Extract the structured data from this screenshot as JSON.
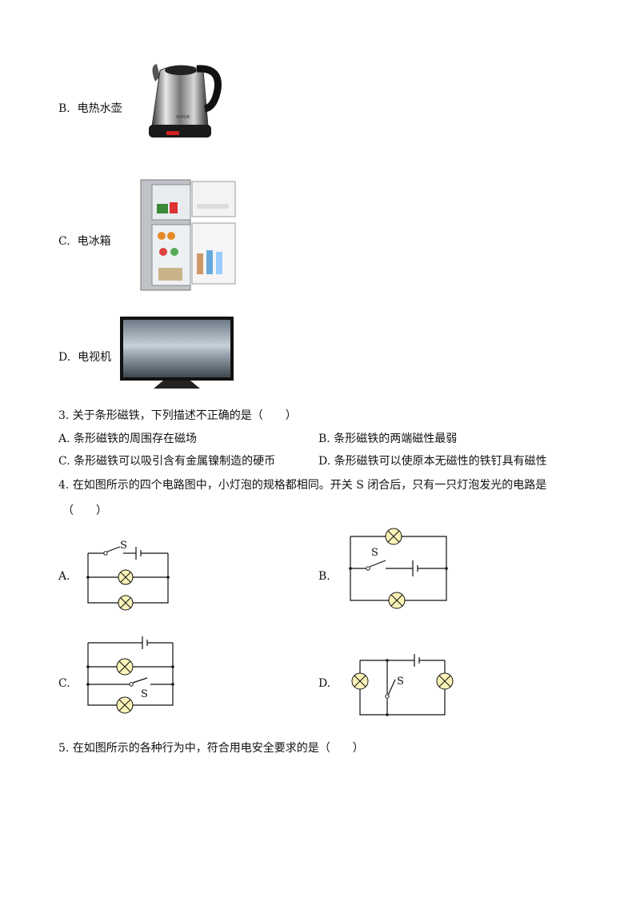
{
  "q2_options": [
    {
      "letter": "B.",
      "text": "电热水壶",
      "icon": "electric-kettle"
    },
    {
      "letter": "C.",
      "text": "电冰箱",
      "icon": "refrigerator"
    },
    {
      "letter": "D.",
      "text": "电视机",
      "icon": "television"
    }
  ],
  "kettle_brand": "SUPOR",
  "q3": {
    "stem": "3. 关于条形磁铁，下列描述不正确的是（　　）",
    "options": [
      "A.  条形磁铁的周围存在磁场",
      "B.  条形磁铁的两端磁性最弱",
      "C.  条形磁铁可以吸引含有金属镍制造的硬币",
      "D.  条形磁铁可以使原本无磁性的铁钉具有磁性"
    ]
  },
  "q4": {
    "stem": "4. 在如图所示的四个电路图中，小灯泡的规格都相同。开关 S 闭合后，只有一只灯泡发光的电路是",
    "paren": "（　　）",
    "circuit_labels": [
      "A.",
      "B.",
      "C.",
      "D."
    ],
    "switch_label": "S"
  },
  "q5": {
    "stem": "5. 在如图所示的各种行为中，符合用电安全要求的是（　　）"
  }
}
